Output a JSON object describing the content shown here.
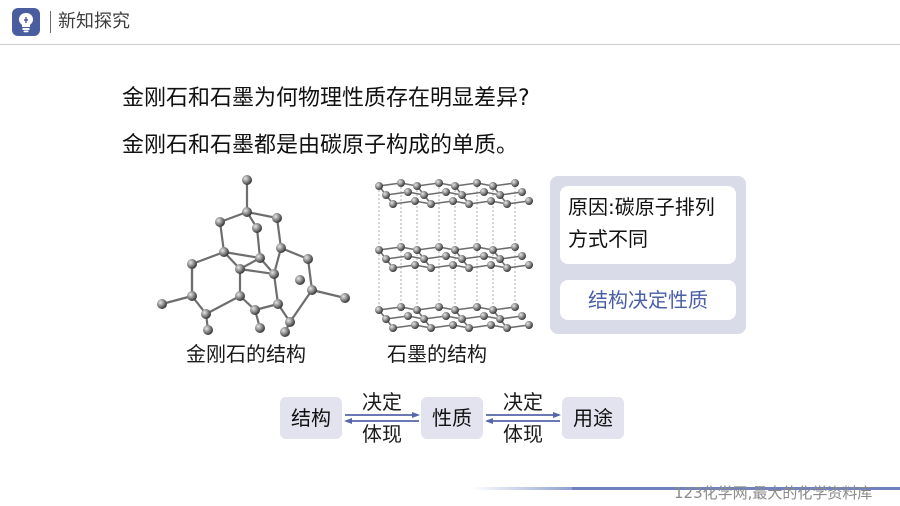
{
  "header": {
    "logo_icon": "lightbulb-icon",
    "title": "新知探究",
    "accent_color": "#4a5d9e"
  },
  "question": {
    "line1": "金刚石和石墨为何物理性质存在明显差异?",
    "line2": "金刚石和石墨都是由碳原子构成的单质。"
  },
  "figures": {
    "diamond_caption": "金刚石的结构",
    "graphite_caption": "石墨的结构"
  },
  "reason": {
    "text": "原因:碳原子排列方式不同",
    "conclusion": "结构决定性质",
    "conclusion_color": "#4a5fa8"
  },
  "flow": {
    "step1": "结构",
    "step2": "性质",
    "step3": "用途",
    "arrow1_top": "决定",
    "arrow1_bottom": "体现",
    "arrow2_top": "决定",
    "arrow2_bottom": "体现"
  },
  "footer": {
    "watermark": "123化学网,最大的化学资料库"
  }
}
